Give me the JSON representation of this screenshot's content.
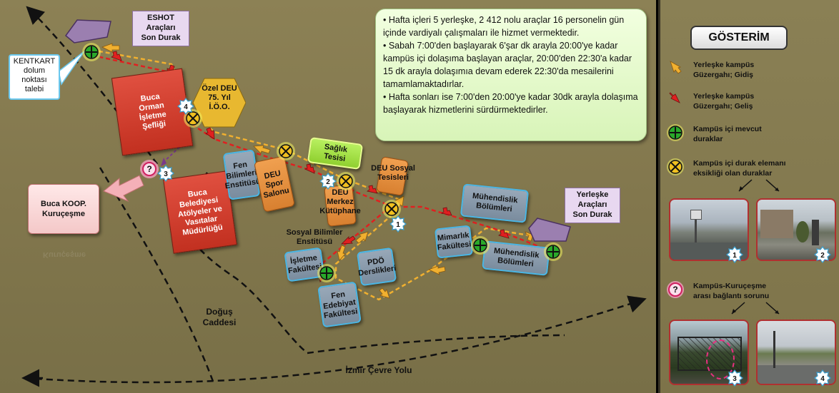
{
  "info_panel": {
    "lines": [
      "•   Hafta içleri 5 yerleşke, 2 412 nolu araçlar  16 personelin gün içinde vardiyalı  çalışmaları ile hizmet vermektedir.",
      "•   Sabah 7:00'den  başlayarak  6'şar dk arayla  20:00'ye kadar  kampüs içi dolaşıma başlayan araçlar,  20:00'den 22:30'a kadar 15 dk arayla dolaşımıa devam ederek 22:30'da mesailerini tamamlamaktadırlar.",
      "•   Hafta sonları ise 7:00'den 20:00'ye  kadar 30dk arayla dolaşıma başlayarak hizmetlerini sürdürmektedirler."
    ]
  },
  "map": {
    "eshot": {
      "line1": "ESHOT",
      "line2": "Araçları",
      "line3": "Son Durak"
    },
    "yerleske": {
      "line1": "Yerleşke",
      "line2": "Araçları",
      "line3": "Son Durak"
    },
    "kentkart": {
      "line1": "KENTKART",
      "line2": "dolum",
      "line3": "noktası",
      "line4": "talebi"
    },
    "buca_orman": {
      "line1": "Buca",
      "line2": "Orman",
      "line3": "İşletme",
      "line4": "Şefliği"
    },
    "ozel_deu": {
      "line1": "Özel DEU",
      "line2": "75. Yıl",
      "line3": "İ.Ö.O."
    },
    "fen_bilimleri": {
      "line1": "Fen",
      "line2": "Bilimleri",
      "line3": "Enstitüsü"
    },
    "spor_salonu": {
      "line1": "DEU Spor",
      "line2": "Salonu"
    },
    "saglik": {
      "line1": "Sağlık",
      "line2": "Tesisi"
    },
    "sosyal_tesis": {
      "line1": "DEU Sosyal",
      "line2": "Tesisleri"
    },
    "kutuphane": {
      "line1": "DEU",
      "line2": "Merkez",
      "line3": "Kütüphane"
    },
    "buca_belediye": {
      "line1": "Buca",
      "line2": "Belediyesi",
      "line3": "Atölyeler ve",
      "line4": "Vasıtalar",
      "line5": "Müdürlüğü"
    },
    "buca_koop": {
      "line1": "Buca KOOP.",
      "line2": "Kuruçeşme"
    },
    "buca_koop_reflection": "Kuruçeşme",
    "sosyal_bilimler": {
      "line1": "Sosyal Bilimler",
      "line2": "Enstitüsü"
    },
    "isletme": {
      "line1": "İşletme",
      "line2": "Fakültesi"
    },
    "pdo": {
      "line1": "PDÖ",
      "line2": "Derslikleri"
    },
    "fen_edebiyat": {
      "line1": "Fen",
      "line2": "Edebiyat",
      "line3": "Fakültesi"
    },
    "muhendislik_top": {
      "line1": "Mühendislik",
      "line2": "Bölümleri"
    },
    "muhendislik_bottom": {
      "line1": "Mühendislik",
      "line2": "Bölümleri"
    },
    "mimarlik": {
      "line1": "Mimarlık",
      "line2": "Fakültesi"
    },
    "dogus": {
      "line1": "Doğuş",
      "line2": "Caddesi"
    },
    "cevre_yolu": "İzmir Çevre Yolu",
    "badges": {
      "b1": "1",
      "b2": "2",
      "b3": "3",
      "b4": "4"
    }
  },
  "legend": {
    "title": "GÖSTERİM",
    "gidis": {
      "line1": "Yerleşke kampüs",
      "line2": "Güzergahı; Gidiş"
    },
    "gelis": {
      "line1": "Yerleşke kampüs",
      "line2": "Güzergahı; Geliş"
    },
    "mevcut": {
      "line1": "Kampüs içi mevcut",
      "line2": "duraklar"
    },
    "eksik": {
      "line1": "Kampüs içi durak elemanı",
      "line2": "eksikliği olan duraklar"
    },
    "baglanti": {
      "line1": "Kampüs-Kuruçeşme",
      "line2": "arası  bağlantı sorunu"
    },
    "photo_badges": {
      "p1": "1",
      "p2": "2",
      "p3": "3",
      "p4": "4"
    }
  },
  "colors": {
    "gidis_arrow": "#f0b030",
    "gelis_arrow": "#e02020",
    "stop_green": "#2aa82a",
    "stop_yellow": "#f0c020",
    "problem_pink": "#e8508a",
    "accent_blue": "#49b6e6"
  }
}
